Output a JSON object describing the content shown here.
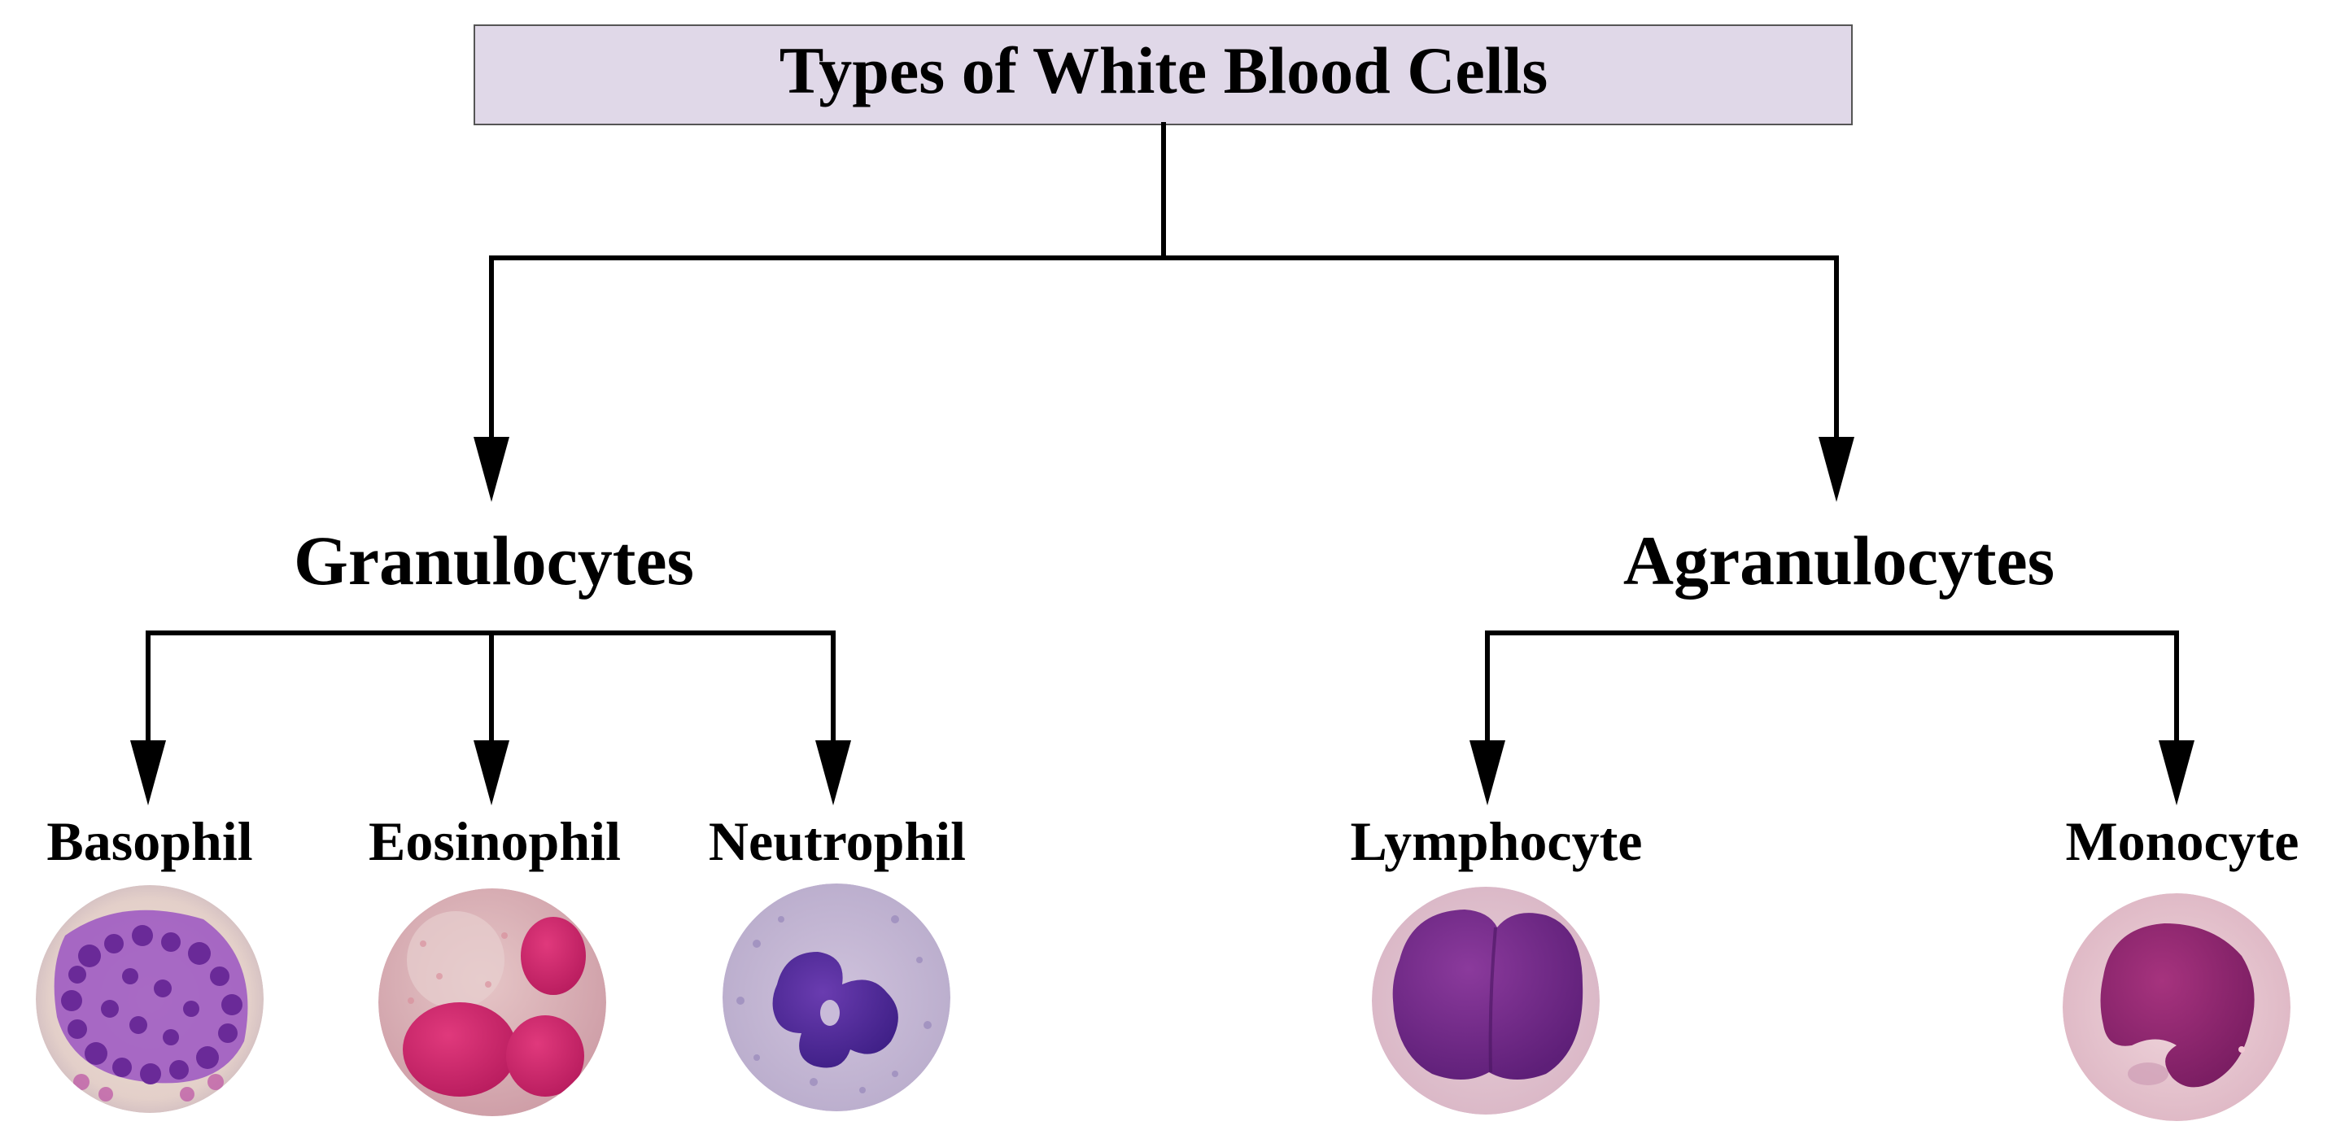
{
  "title": "Types of White Blood Cells",
  "colors": {
    "title_box_fill": "#e0d8e8",
    "line": "#000000",
    "background": "#ffffff"
  },
  "categories": [
    {
      "label": "Granulocytes",
      "cells": [
        {
          "label": "Basophil",
          "image": "basophil-micrograph"
        },
        {
          "label": "Eosinophil",
          "image": "eosinophil-micrograph"
        },
        {
          "label": "Neutrophil",
          "image": "neutrophil-micrograph"
        }
      ]
    },
    {
      "label": "Agranulocytes",
      "cells": [
        {
          "label": "Lymphocyte",
          "image": "lymphocyte-micrograph"
        },
        {
          "label": "Monocyte",
          "image": "monocyte-micrograph"
        }
      ]
    }
  ]
}
